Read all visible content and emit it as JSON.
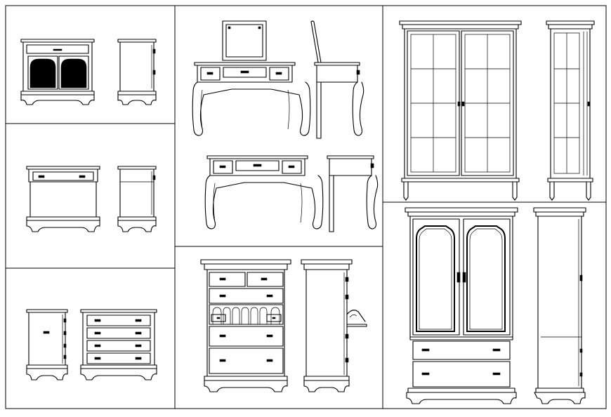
{
  "sheet": {
    "description_colors": {
      "line": "#000000",
      "background": "#ffffff"
    },
    "panels": [
      {
        "id": "nightstand-cabinet",
        "items": [
          "front-view",
          "side-view"
        ]
      },
      {
        "id": "nightstand-table",
        "items": [
          "front-view",
          "side-view"
        ]
      },
      {
        "id": "chest-of-drawers",
        "items": [
          "side-view",
          "front-view"
        ]
      },
      {
        "id": "vanity-and-console",
        "items": [
          "vanity-front",
          "vanity-side",
          "console-front",
          "console-side"
        ]
      },
      {
        "id": "secretary-desk",
        "items": [
          "front-view",
          "side-view"
        ]
      },
      {
        "id": "display-cabinet",
        "items": [
          "front-view",
          "side-view"
        ]
      },
      {
        "id": "armoire",
        "items": [
          "front-view",
          "side-view"
        ]
      }
    ]
  }
}
